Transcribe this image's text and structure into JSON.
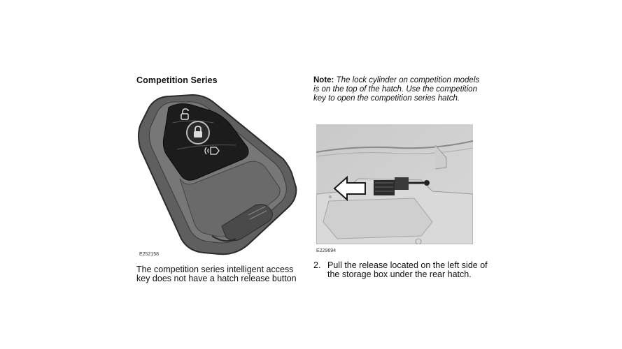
{
  "left_column": {
    "heading": "Competition Series",
    "figure_code": "E252158",
    "caption_line1": "The competition series intelligent access",
    "caption_line2": "key does not have a hatch release button"
  },
  "right_column": {
    "note_label": "Note:",
    "note_text": "The lock cylinder on competition models is on the top of the hatch. Use the competition key to open the competition series hatch.",
    "figure_code": "E229694",
    "step_number": "2.",
    "step_text": "Pull the release located on the left side of the storage box under the rear hatch."
  },
  "icons": {
    "key_fob": "intelligent-access-key-fob",
    "unlock": "unlock-icon",
    "lock": "lock-icon",
    "remote_start": "remote-start-icon",
    "release_arrow": "pull-direction-arrow"
  }
}
